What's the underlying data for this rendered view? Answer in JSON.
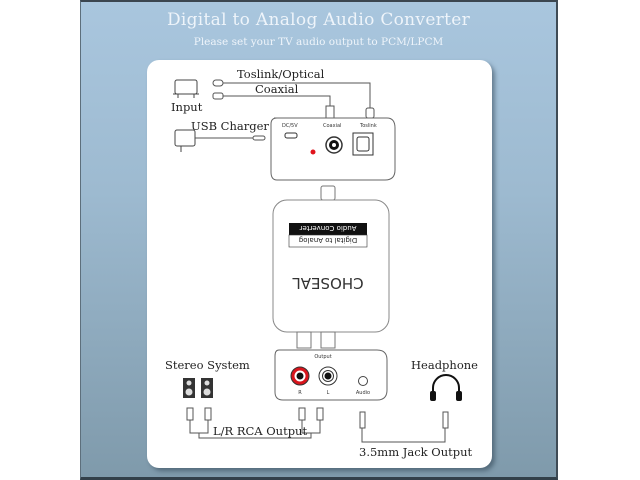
{
  "header": {
    "title": "Digital to Analog Audio Converter",
    "subtitle": "Please set your TV audio output to PCM/LPCM"
  },
  "diagram": {
    "input_label": "Input",
    "toslink_label": "Toslink/Optical",
    "coaxial_label": "Coaxial",
    "usb_label": "USB Charger",
    "port_dc": "DC/5V",
    "port_coaxial": "Coaxial",
    "port_toslink": "Toslink",
    "device_line1": "Audio Converter",
    "device_line2": "Digital to Analog",
    "brand": "CHOSEAL",
    "output_heading": "Output",
    "port_r": "R",
    "port_l": "L",
    "port_audio": "Audio",
    "stereo_label": "Stereo System",
    "headphone_label": "Headphone",
    "rca_output_label": "L/R RCA Output",
    "jack_output_label": "3.5mm Jack Output"
  },
  "colors": {
    "panel": "#a9c6de",
    "red_port": "#d8141c",
    "led": "#e0141c"
  }
}
